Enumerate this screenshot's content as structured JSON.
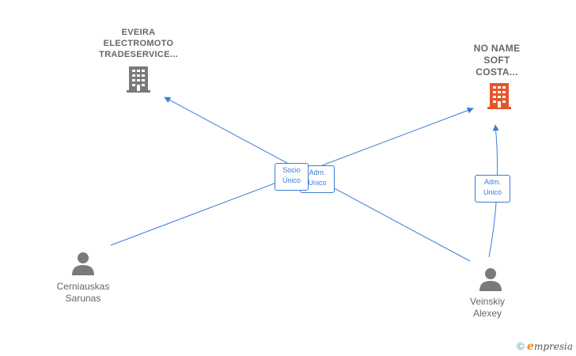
{
  "nodes": {
    "company_eveira": {
      "label_lines": [
        "EVEIRA",
        "ELECTROMOTO",
        "TRADESERVICE..."
      ],
      "icon": "building-icon",
      "color": "#7a7a7a"
    },
    "company_noname": {
      "label_lines": [
        "NO NAME",
        "SOFT",
        "COSTA..."
      ],
      "icon": "building-icon",
      "color": "#e8542a"
    },
    "person_cerniauskas": {
      "label_lines": [
        "Cerniauskas",
        "Sarunas"
      ],
      "icon": "person-icon",
      "color": "#7a7a7a"
    },
    "person_veinskiy": {
      "label_lines": [
        "Veinskiy",
        "Alexey"
      ],
      "icon": "person-icon",
      "color": "#7a7a7a"
    }
  },
  "edges": {
    "socio_unico": {
      "lines": [
        "Socio",
        "Único"
      ]
    },
    "adm_unico_center": {
      "lines": [
        "Adm.",
        "Unico"
      ]
    },
    "adm_unico_right": {
      "lines": [
        "Adm.",
        "Unico"
      ]
    }
  },
  "colors": {
    "edge": "#3b7dd8"
  },
  "footer": {
    "copyright_symbol": "©",
    "brand_initial": "e",
    "brand_rest": "mpresia"
  }
}
